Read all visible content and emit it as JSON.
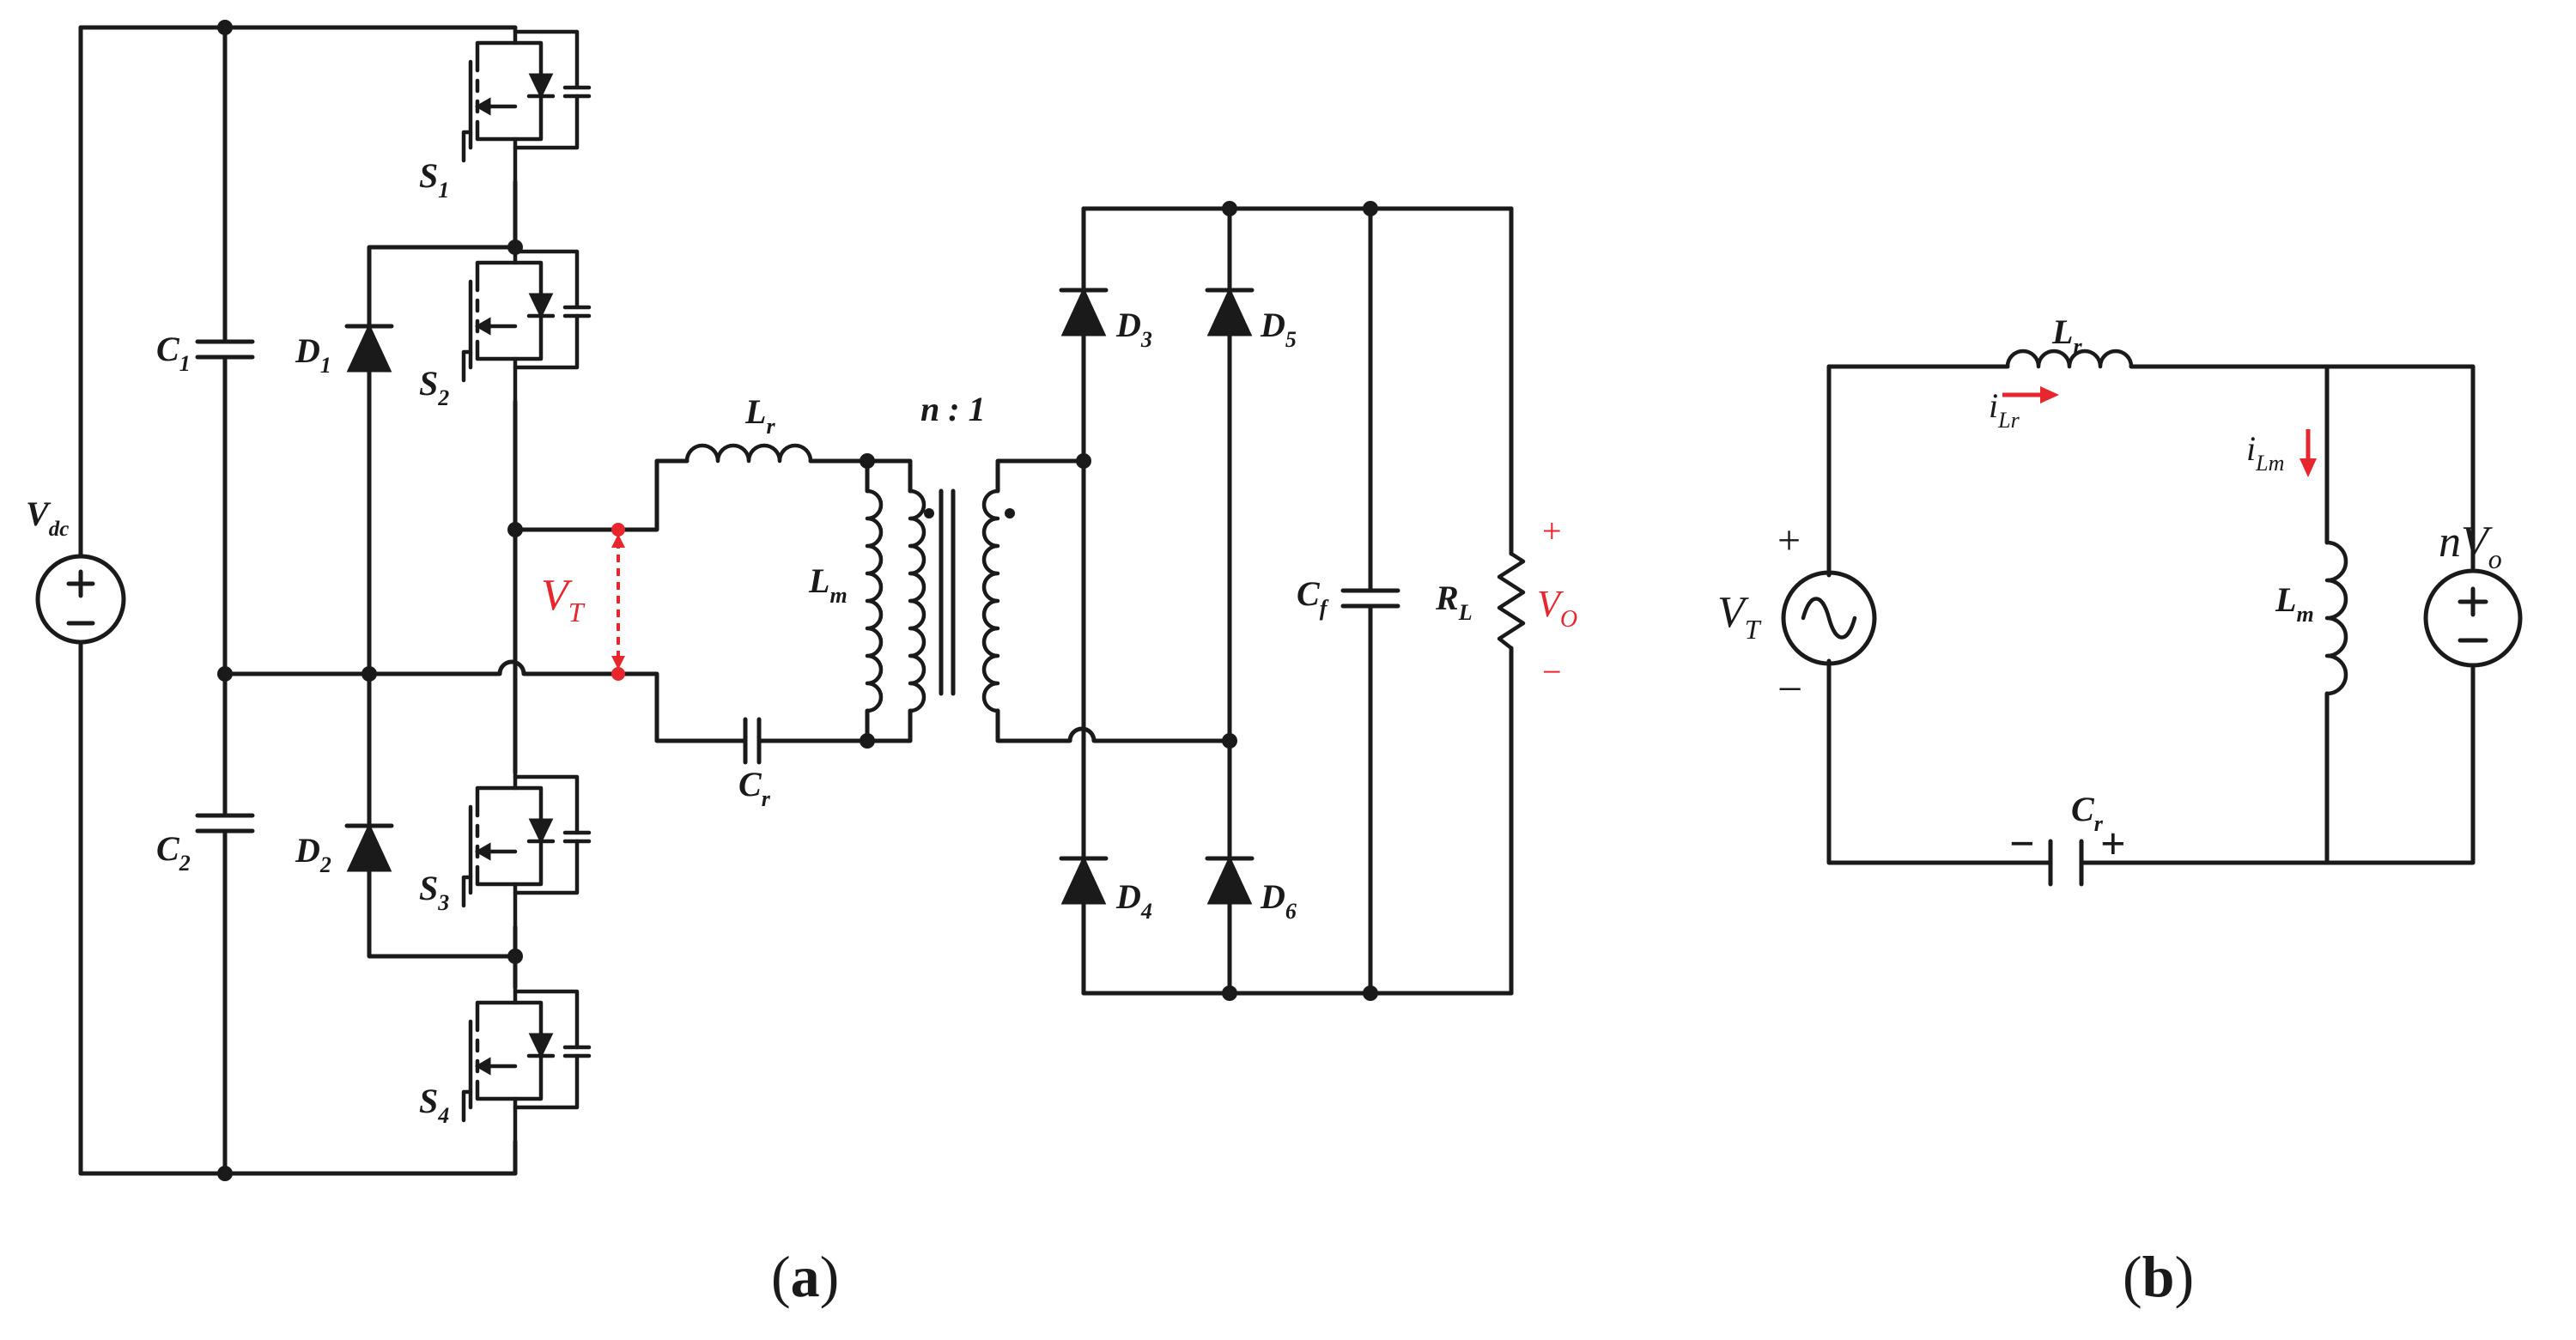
{
  "colors": {
    "ink": "#1a1a1a",
    "accent": "#e8262d",
    "background": "#ffffff"
  },
  "panel_a": {
    "caption_open": "(",
    "caption_letter": "a",
    "caption_close": ")",
    "labels": {
      "vdc": {
        "main": "V",
        "sub": "dc"
      },
      "c1": {
        "main": "C",
        "sub": "1"
      },
      "c2": {
        "main": "C",
        "sub": "2"
      },
      "d1": {
        "main": "D",
        "sub": "1"
      },
      "d2": {
        "main": "D",
        "sub": "2"
      },
      "s1": {
        "main": "S",
        "sub": "1"
      },
      "s2": {
        "main": "S",
        "sub": "2"
      },
      "s3": {
        "main": "S",
        "sub": "3"
      },
      "s4": {
        "main": "S",
        "sub": "4"
      },
      "lr": {
        "main": "L",
        "sub": "r"
      },
      "lm": {
        "main": "L",
        "sub": "m"
      },
      "cr": {
        "main": "C",
        "sub": "r"
      },
      "ratio": "n : 1",
      "vt": {
        "main": "V",
        "sub": "T"
      },
      "d3": {
        "main": "D",
        "sub": "3"
      },
      "d4": {
        "main": "D",
        "sub": "4"
      },
      "d5": {
        "main": "D",
        "sub": "5"
      },
      "d6": {
        "main": "D",
        "sub": "6"
      },
      "cf": {
        "main": "C",
        "sub": "f"
      },
      "rl": {
        "main": "R",
        "sub": "L"
      },
      "vo": {
        "main": "V",
        "sub": "O"
      },
      "vo_plus": "+",
      "vo_minus": "−"
    }
  },
  "panel_b": {
    "caption_open": "(",
    "caption_letter": "b",
    "caption_close": ")",
    "labels": {
      "lr": {
        "main": "L",
        "sub": "r"
      },
      "ilr": {
        "main": "i",
        "sub": "Lr"
      },
      "ilm": {
        "main": "i",
        "sub": "Lm"
      },
      "lm": {
        "main": "L",
        "sub": "m"
      },
      "vt": {
        "main": "V",
        "sub": "T"
      },
      "vt_plus": "+",
      "vt_minus": "−",
      "nvo": {
        "prefix": "n",
        "main": "V",
        "sub": "o"
      },
      "cr": {
        "main": "C",
        "sub": "r"
      },
      "cr_minus": "−",
      "cr_plus": "+"
    }
  }
}
